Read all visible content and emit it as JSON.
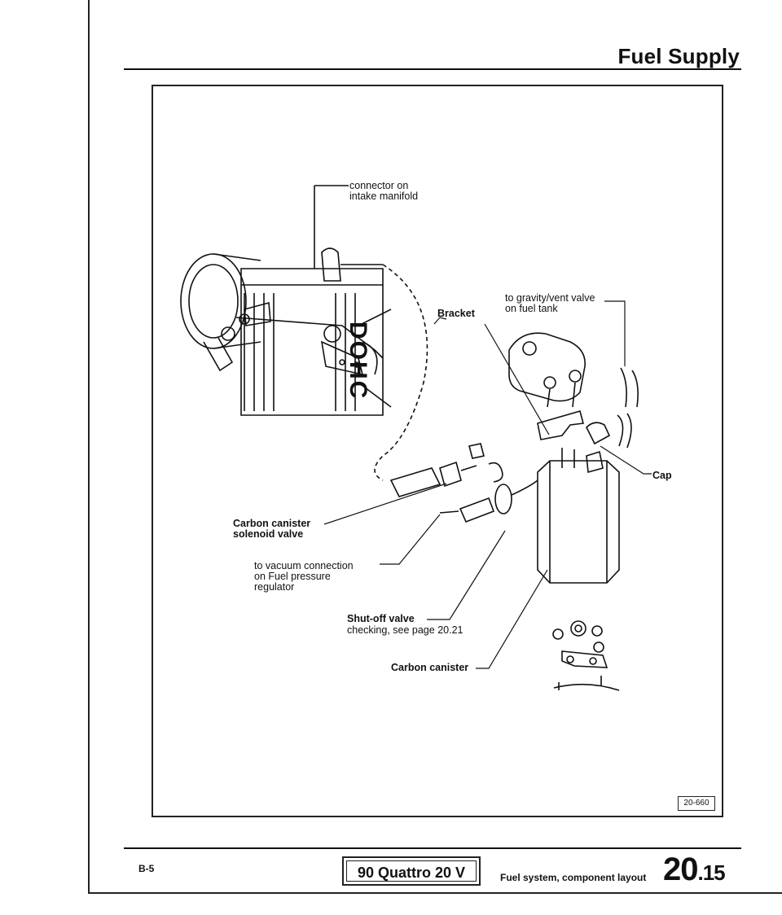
{
  "header": {
    "title": "Fuel Supply"
  },
  "labels": {
    "connector": "connector on\nintake manifold",
    "bracket": "Bracket",
    "gravity_vent": "to gravity/vent valve\non fuel tank",
    "cap": "Cap",
    "solenoid": "Carbon canister\nsolenoid valve",
    "vacuum": "to vacuum connection\non Fuel pressure\nregulator",
    "shutoff_title": "Shut-off valve",
    "shutoff_note": "checking, see page 20.21",
    "canister": "Carbon canister"
  },
  "engine_text": "DOHC",
  "figure_number": "20-660",
  "footer": {
    "page_code": "B-5",
    "model": "90 Quattro 20 V",
    "description": "Fuel system, component layout",
    "page_major": "20",
    "page_minor": ".15"
  }
}
